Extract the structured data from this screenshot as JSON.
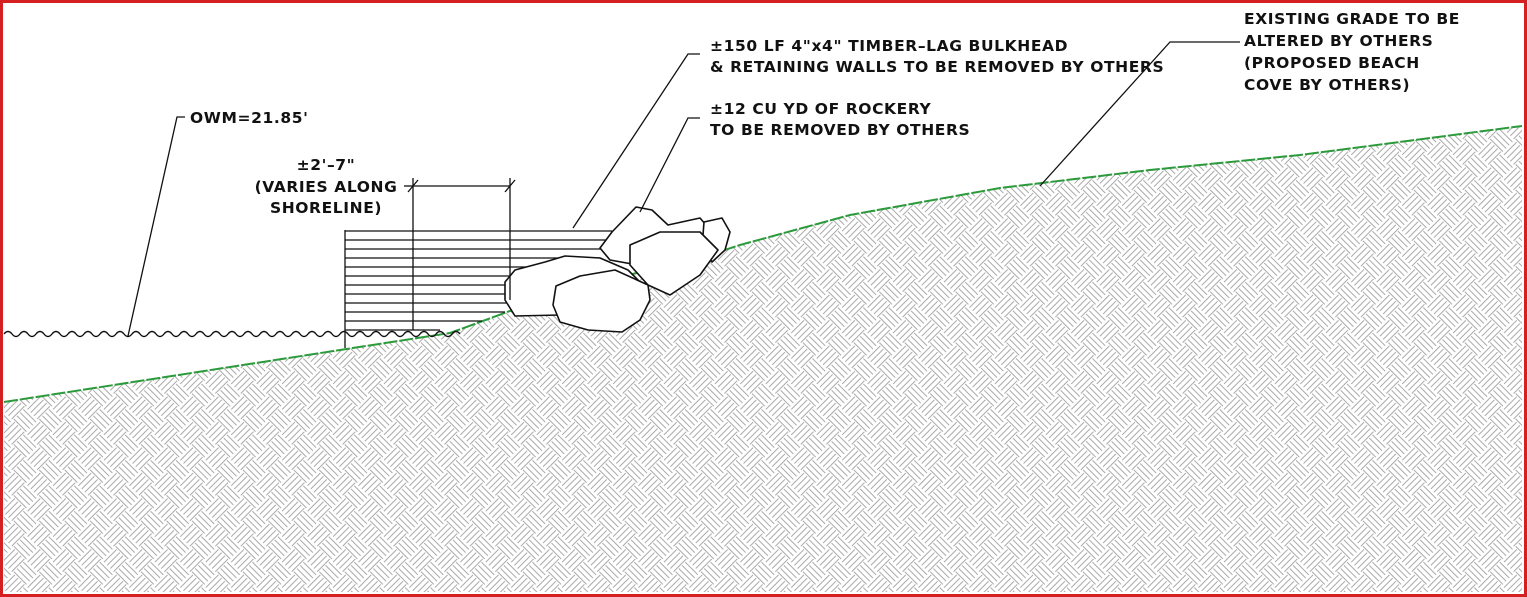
{
  "annotations": {
    "owm": "OWM=21.85'",
    "dimension": {
      "value": "±2'–7\"",
      "note_line1": "(VARIES ALONG",
      "note_line2": "SHORELINE)"
    },
    "bulkhead": {
      "line1": "±150 LF 4\"x4\" TIMBER–LAG BULKHEAD",
      "line2": "& RETAINING WALLS TO BE REMOVED BY OTHERS"
    },
    "rockery": {
      "line1": "±12 CU YD OF ROCKERY",
      "line2": "TO BE REMOVED BY OTHERS"
    },
    "grade": {
      "line1": "EXISTING GRADE TO BE",
      "line2": "ALTERED BY OTHERS",
      "line3": "(PROPOSED BEACH",
      "line4": "COVE BY OTHERS)"
    }
  },
  "colors": {
    "frame": "#d42020",
    "grade_line": "#2a9a3a",
    "hatch": "#a9a9a9",
    "linework": "#111111"
  }
}
